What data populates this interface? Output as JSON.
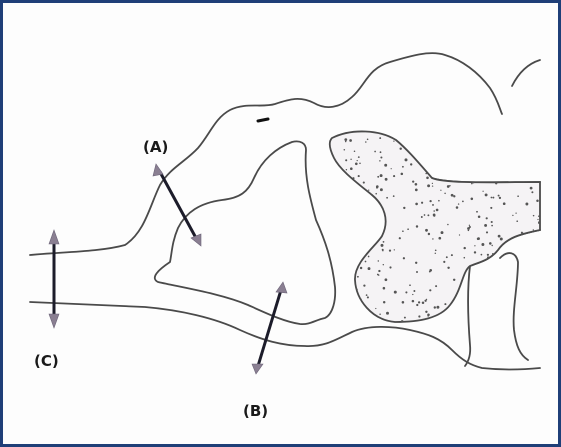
{
  "labels": {
    "a": "(A)",
    "b": "(B)",
    "c": "(C)"
  },
  "colors": {
    "frame_border": "#1f3f78",
    "outline": "#4a4a4a",
    "arrow": "#1c1c2a",
    "arrow_head": "#8a7f92",
    "speckle": "#555555"
  }
}
